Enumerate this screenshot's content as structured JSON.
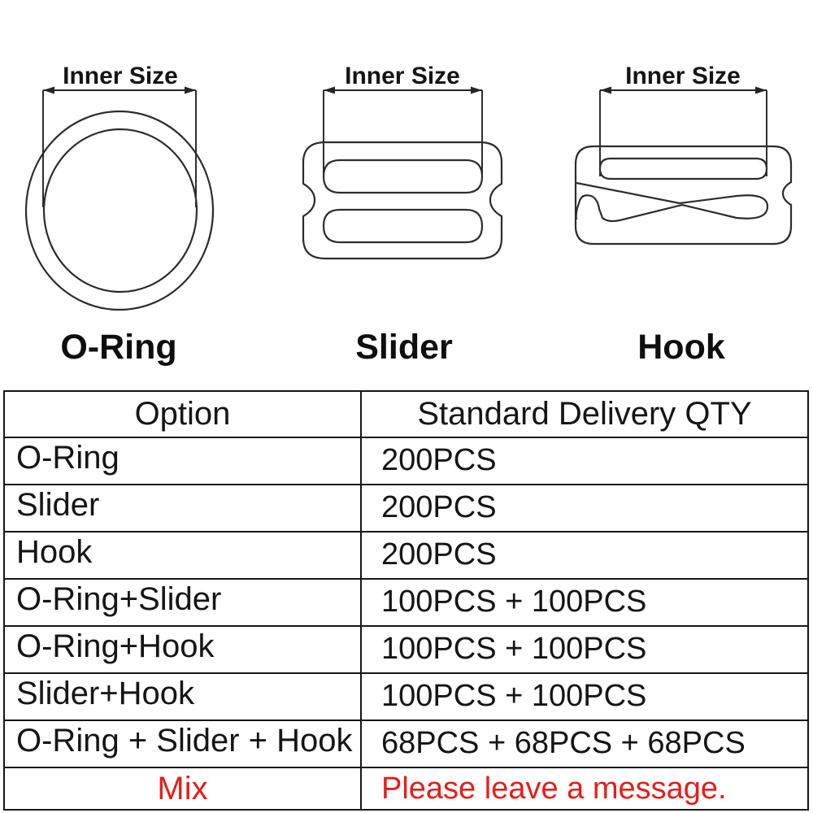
{
  "figures": [
    {
      "dimension_label": "Inner Size",
      "caption": "O-Ring"
    },
    {
      "dimension_label": "Inner Size",
      "caption": "Slider"
    },
    {
      "dimension_label": "Inner Size",
      "caption": "Hook"
    }
  ],
  "table": {
    "headers": [
      "Option",
      "Standard Delivery QTY"
    ],
    "rows": [
      {
        "option": "O-Ring",
        "qty": "200PCS",
        "highlight": false
      },
      {
        "option": "Slider",
        "qty": "200PCS",
        "highlight": false
      },
      {
        "option": "Hook",
        "qty": "200PCS",
        "highlight": false
      },
      {
        "option": "O-Ring+Slider",
        "qty": "100PCS + 100PCS",
        "highlight": false
      },
      {
        "option": "O-Ring+Hook",
        "qty": "100PCS + 100PCS",
        "highlight": false
      },
      {
        "option": "Slider+Hook",
        "qty": "100PCS + 100PCS",
        "highlight": false
      },
      {
        "option": "O-Ring + Slider + Hook",
        "qty": "68PCS + 68PCS + 68PCS",
        "highlight": false
      },
      {
        "option": "Mix",
        "qty": "Please leave a message.",
        "highlight": true
      }
    ]
  },
  "colors": {
    "background": "#ffffff",
    "line": "#2d2d2d",
    "text": "#151515",
    "table_border": "#161616",
    "highlight_red": "#e51e1a"
  }
}
